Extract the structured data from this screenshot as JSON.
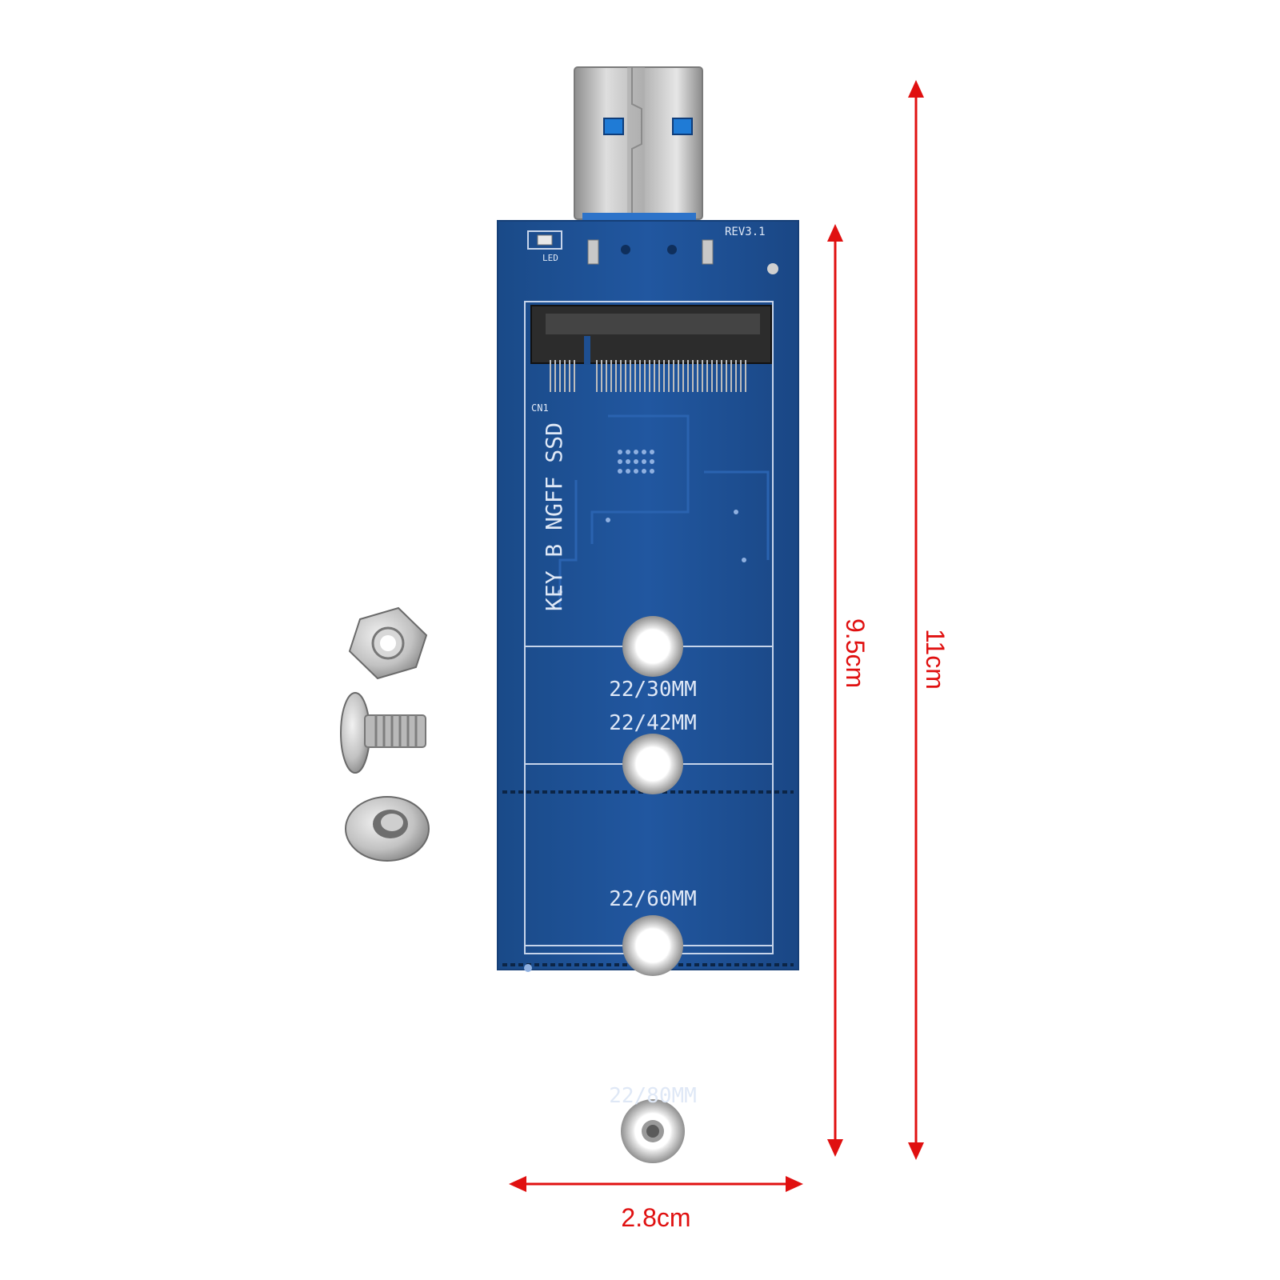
{
  "product": {
    "connector_revision": "REV3.1",
    "led_label": "LED",
    "socket_label": "CN1",
    "key_label": "KEY B NGFF SSD",
    "mount_positions": [
      "22/30MM",
      "22/42MM",
      "22/60MM",
      "22/80MM"
    ]
  },
  "dimensions": {
    "total_length": "11cm",
    "board_length": "9.5cm",
    "board_width": "2.8cm",
    "arrow_color": "#e01010"
  },
  "accessories": [
    "hex-nut",
    "screw",
    "round-nut"
  ],
  "colors": {
    "pcb": "#1e4f91",
    "pcb_edge": "#163f77",
    "silkscreen": "#dfe8f6",
    "metal": "#c9c9c9",
    "usb_insulator": "#1f7bd6"
  }
}
